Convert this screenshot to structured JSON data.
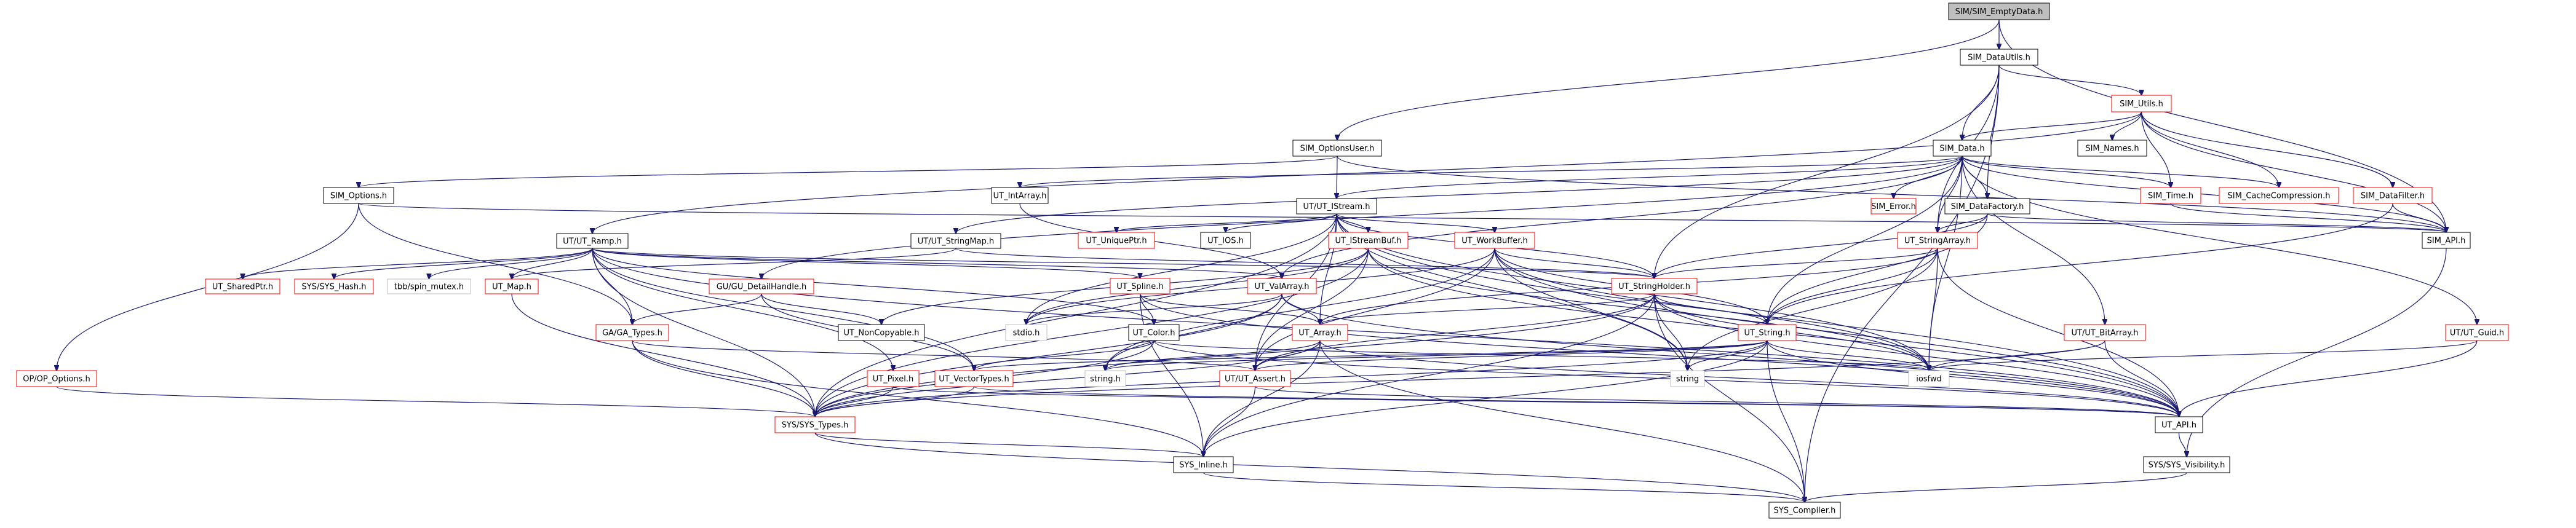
{
  "title": "SIM/SIM_EmptyData.h",
  "colors": {
    "edge": "#191970",
    "root_fill": "#bfbfbf",
    "documented_border": "#000000",
    "undocumented_border": "#ff0000",
    "external_border": "#bfbfbf"
  },
  "nodes": [
    {
      "id": "SIM_EmptyData",
      "label": "SIM/SIM_EmptyData.h",
      "kind": "root"
    },
    {
      "id": "SIM_DataUtils",
      "label": "SIM_DataUtils.h",
      "kind": "doc"
    },
    {
      "id": "SIM_Utils",
      "label": "SIM_Utils.h",
      "kind": "red"
    },
    {
      "id": "SIM_OptionsUser",
      "label": "SIM_OptionsUser.h",
      "kind": "doc"
    },
    {
      "id": "SIM_Data",
      "label": "SIM_Data.h",
      "kind": "doc"
    },
    {
      "id": "SIM_Names",
      "label": "SIM_Names.h",
      "kind": "doc"
    },
    {
      "id": "SIM_Options",
      "label": "SIM_Options.h",
      "kind": "doc"
    },
    {
      "id": "UT_IntArray",
      "label": "UT_IntArray.h",
      "kind": "doc"
    },
    {
      "id": "UT_IStream",
      "label": "UT/UT_IStream.h",
      "kind": "doc"
    },
    {
      "id": "SIM_Error",
      "label": "SIM_Error.h",
      "kind": "red"
    },
    {
      "id": "SIM_DataFactory",
      "label": "SIM_DataFactory.h",
      "kind": "doc"
    },
    {
      "id": "SIM_Time",
      "label": "SIM_Time.h",
      "kind": "red"
    },
    {
      "id": "SIM_CacheCompression",
      "label": "SIM_CacheCompression.h",
      "kind": "red"
    },
    {
      "id": "SIM_DataFilter",
      "label": "SIM_DataFilter.h",
      "kind": "red"
    },
    {
      "id": "UT_Ramp",
      "label": "UT/UT_Ramp.h",
      "kind": "doc"
    },
    {
      "id": "UT_StringMap",
      "label": "UT/UT_StringMap.h",
      "kind": "doc"
    },
    {
      "id": "UT_UniquePtr",
      "label": "UT_UniquePtr.h",
      "kind": "red"
    },
    {
      "id": "UT_IOS",
      "label": "UT_IOS.h",
      "kind": "doc"
    },
    {
      "id": "UT_IStreamBuf",
      "label": "UT_IStreamBuf.h",
      "kind": "red"
    },
    {
      "id": "UT_WorkBuffer",
      "label": "UT_WorkBuffer.h",
      "kind": "red"
    },
    {
      "id": "UT_StringArray",
      "label": "UT_StringArray.h",
      "kind": "red"
    },
    {
      "id": "SIM_API",
      "label": "SIM_API.h",
      "kind": "doc"
    },
    {
      "id": "UT_SharedPtr",
      "label": "UT_SharedPtr.h",
      "kind": "red"
    },
    {
      "id": "SYS_Hash",
      "label": "SYS/SYS_Hash.h",
      "kind": "red"
    },
    {
      "id": "tbb_spin_mutex",
      "label": "tbb/spin_mutex.h",
      "kind": "grey"
    },
    {
      "id": "UT_Map",
      "label": "UT_Map.h",
      "kind": "red"
    },
    {
      "id": "GU_DetailHandle",
      "label": "GU/GU_DetailHandle.h",
      "kind": "red"
    },
    {
      "id": "UT_Spline",
      "label": "UT_Spline.h",
      "kind": "red"
    },
    {
      "id": "UT_ValArray",
      "label": "UT_ValArray.h",
      "kind": "red"
    },
    {
      "id": "UT_StringHolder",
      "label": "UT_StringHolder.h",
      "kind": "red"
    },
    {
      "id": "GA_Types",
      "label": "GA/GA_Types.h",
      "kind": "red"
    },
    {
      "id": "UT_NonCopyable",
      "label": "UT_NonCopyable.h",
      "kind": "doc"
    },
    {
      "id": "stdio",
      "label": "stdio.h",
      "kind": "grey"
    },
    {
      "id": "UT_Color",
      "label": "UT_Color.h",
      "kind": "doc"
    },
    {
      "id": "UT_Array",
      "label": "UT_Array.h",
      "kind": "red"
    },
    {
      "id": "UT_String",
      "label": "UT_String.h",
      "kind": "red"
    },
    {
      "id": "UT_BitArray",
      "label": "UT/UT_BitArray.h",
      "kind": "red"
    },
    {
      "id": "UT_Guid",
      "label": "UT/UT_Guid.h",
      "kind": "red"
    },
    {
      "id": "OP_Options",
      "label": "OP/OP_Options.h",
      "kind": "red"
    },
    {
      "id": "UT_Pixel",
      "label": "UT_Pixel.h",
      "kind": "red"
    },
    {
      "id": "UT_VectorTypes",
      "label": "UT_VectorTypes.h",
      "kind": "red"
    },
    {
      "id": "string_h",
      "label": "string.h",
      "kind": "grey"
    },
    {
      "id": "UT_Assert",
      "label": "UT/UT_Assert.h",
      "kind": "red"
    },
    {
      "id": "string",
      "label": "string",
      "kind": "grey"
    },
    {
      "id": "iosfwd",
      "label": "iosfwd",
      "kind": "grey"
    },
    {
      "id": "SYS_Types",
      "label": "SYS/SYS_Types.h",
      "kind": "red"
    },
    {
      "id": "UT_API",
      "label": "UT_API.h",
      "kind": "doc"
    },
    {
      "id": "SYS_Inline",
      "label": "SYS_Inline.h",
      "kind": "doc"
    },
    {
      "id": "SYS_Visibility",
      "label": "SYS/SYS_Visibility.h",
      "kind": "doc"
    },
    {
      "id": "SYS_Compiler",
      "label": "SYS_Compiler.h",
      "kind": "doc"
    }
  ],
  "edges": [
    [
      "SIM_EmptyData",
      "SIM_DataUtils"
    ],
    [
      "SIM_EmptyData",
      "SIM_OptionsUser"
    ],
    [
      "SIM_EmptyData",
      "SIM_API"
    ],
    [
      "SIM_DataUtils",
      "SIM_Data"
    ],
    [
      "SIM_DataUtils",
      "SIM_Utils"
    ],
    [
      "SIM_DataUtils",
      "SIM_DataFactory"
    ],
    [
      "SIM_DataUtils",
      "UT_StringHolder"
    ],
    [
      "SIM_DataUtils",
      "UT_StringArray"
    ],
    [
      "SIM_DataUtils",
      "SYS_Compiler"
    ],
    [
      "SIM_Utils",
      "SIM_Data"
    ],
    [
      "SIM_Utils",
      "SIM_Names"
    ],
    [
      "SIM_Utils",
      "SIM_Time"
    ],
    [
      "SIM_Utils",
      "SIM_CacheCompression"
    ],
    [
      "SIM_Utils",
      "SIM_DataFilter"
    ],
    [
      "SIM_Utils",
      "SIM_API"
    ],
    [
      "SIM_Utils",
      "UT_Ramp"
    ],
    [
      "SIM_OptionsUser",
      "SIM_Options"
    ],
    [
      "SIM_OptionsUser",
      "UT_IStream"
    ],
    [
      "SIM_OptionsUser",
      "SIM_API"
    ],
    [
      "SIM_Data",
      "UT_IntArray"
    ],
    [
      "SIM_Data",
      "SIM_Error"
    ],
    [
      "SIM_Data",
      "SIM_DataFactory"
    ],
    [
      "SIM_Data",
      "SIM_Time"
    ],
    [
      "SIM_Data",
      "SIM_CacheCompression"
    ],
    [
      "SIM_Data",
      "SIM_API"
    ],
    [
      "SIM_Data",
      "UT_StringMap"
    ],
    [
      "SIM_Data",
      "UT_StringArray"
    ],
    [
      "SIM_Data",
      "UT_BitArray"
    ],
    [
      "SIM_Data",
      "UT_Guid"
    ],
    [
      "SIM_Data",
      "GU_DetailHandle"
    ],
    [
      "SIM_Data",
      "UT_ValArray"
    ],
    [
      "SIM_Data",
      "UT_String"
    ],
    [
      "SIM_Data",
      "iosfwd"
    ],
    [
      "SIM_Data",
      "UT_IStream"
    ],
    [
      "SIM_Options",
      "OP_Options"
    ],
    [
      "SIM_Options",
      "GA_Types"
    ],
    [
      "SIM_Options",
      "SIM_API"
    ],
    [
      "UT_IntArray",
      "UT_ValArray"
    ],
    [
      "UT_IStream",
      "UT_UniquePtr"
    ],
    [
      "UT_IStream",
      "UT_IOS"
    ],
    [
      "UT_IStream",
      "UT_IStreamBuf"
    ],
    [
      "UT_IStream",
      "UT_WorkBuffer"
    ],
    [
      "UT_IStream",
      "UT_StringHolder"
    ],
    [
      "UT_IStream",
      "UT_Array"
    ],
    [
      "UT_IStream",
      "stdio"
    ],
    [
      "UT_IStream",
      "SYS_Types"
    ],
    [
      "UT_IStream",
      "UT_API"
    ],
    [
      "UT_IStream",
      "UT_Assert"
    ],
    [
      "UT_IStream",
      "iosfwd"
    ],
    [
      "UT_IStream",
      "string"
    ],
    [
      "SIM_DataFactory",
      "UT_StringArray"
    ],
    [
      "SIM_DataFactory",
      "UT_StringHolder"
    ],
    [
      "SIM_DataFactory",
      "SIM_API"
    ],
    [
      "SIM_DataFactory",
      "UT_String"
    ],
    [
      "SIM_Time",
      "SIM_API"
    ],
    [
      "SIM_DataFilter",
      "SIM_API"
    ],
    [
      "SIM_DataFilter",
      "UT_String"
    ],
    [
      "UT_Ramp",
      "UT_SharedPtr"
    ],
    [
      "UT_Ramp",
      "SYS_Hash"
    ],
    [
      "UT_Ramp",
      "tbb_spin_mutex"
    ],
    [
      "UT_Ramp",
      "UT_Map"
    ],
    [
      "UT_Ramp",
      "UT_Spline"
    ],
    [
      "UT_Ramp",
      "UT_ValArray"
    ],
    [
      "UT_Ramp",
      "UT_StringHolder"
    ],
    [
      "UT_Ramp",
      "UT_Color"
    ],
    [
      "UT_Ramp",
      "UT_Pixel"
    ],
    [
      "UT_Ramp",
      "UT_VectorTypes"
    ],
    [
      "UT_Ramp",
      "SYS_Types"
    ],
    [
      "UT_Ramp",
      "UT_API"
    ],
    [
      "UT_Ramp",
      "GA_Types"
    ],
    [
      "UT_StringMap",
      "UT_Map"
    ],
    [
      "UT_StringMap",
      "UT_StringHolder"
    ],
    [
      "UT_IStreamBuf",
      "UT_NonCopyable"
    ],
    [
      "UT_IStreamBuf",
      "UT_Assert"
    ],
    [
      "UT_IStreamBuf",
      "stdio"
    ],
    [
      "UT_IStreamBuf",
      "SYS_Types"
    ],
    [
      "UT_IStreamBuf",
      "UT_API"
    ],
    [
      "UT_IStreamBuf",
      "iosfwd"
    ],
    [
      "UT_WorkBuffer",
      "UT_StringHolder"
    ],
    [
      "UT_WorkBuffer",
      "UT_Assert"
    ],
    [
      "UT_WorkBuffer",
      "UT_API"
    ],
    [
      "UT_WorkBuffer",
      "string_h"
    ],
    [
      "UT_WorkBuffer",
      "stdio"
    ],
    [
      "UT_WorkBuffer",
      "string"
    ],
    [
      "UT_WorkBuffer",
      "iosfwd"
    ],
    [
      "UT_WorkBuffer",
      "UT_String"
    ],
    [
      "UT_StringArray",
      "UT_StringHolder"
    ],
    [
      "UT_StringArray",
      "UT_String"
    ],
    [
      "UT_StringArray",
      "UT_Array"
    ],
    [
      "UT_StringArray",
      "UT_API"
    ],
    [
      "UT_StringArray",
      "iosfwd"
    ],
    [
      "UT_StringArray",
      "string"
    ],
    [
      "SIM_API",
      "SYS_Visibility"
    ],
    [
      "UT_Map",
      "SYS_Types"
    ],
    [
      "GU_DetailHandle",
      "GA_Types"
    ],
    [
      "GU_DetailHandle",
      "UT_NonCopyable"
    ],
    [
      "GU_DetailHandle",
      "UT_VectorTypes"
    ],
    [
      "UT_Spline",
      "UT_Array"
    ],
    [
      "UT_Spline",
      "UT_Color"
    ],
    [
      "UT_Spline",
      "SYS_Inline"
    ],
    [
      "UT_Spline",
      "UT_API"
    ],
    [
      "UT_ValArray",
      "UT_Array"
    ],
    [
      "UT_ValArray",
      "stdio"
    ],
    [
      "UT_ValArray",
      "string_h"
    ],
    [
      "UT_ValArray",
      "UT_API"
    ],
    [
      "UT_ValArray",
      "SYS_Types"
    ],
    [
      "UT_StringHolder",
      "UT_String"
    ],
    [
      "UT_StringHolder",
      "UT_Array"
    ],
    [
      "UT_StringHolder",
      "UT_Assert"
    ],
    [
      "UT_StringHolder",
      "string"
    ],
    [
      "UT_StringHolder",
      "iosfwd"
    ],
    [
      "UT_StringHolder",
      "UT_API"
    ],
    [
      "UT_StringHolder",
      "SYS_Inline"
    ],
    [
      "UT_StringHolder",
      "SYS_Types"
    ],
    [
      "UT_StringHolder",
      "SYS_Compiler"
    ],
    [
      "GA_Types",
      "SYS_Types"
    ],
    [
      "GA_Types",
      "SYS_Inline"
    ],
    [
      "GA_Types",
      "UT_Assert"
    ],
    [
      "UT_Color",
      "UT_VectorTypes"
    ],
    [
      "UT_Color",
      "SYS_Types"
    ],
    [
      "UT_Color",
      "UT_API"
    ],
    [
      "UT_Color",
      "iosfwd"
    ],
    [
      "UT_Array",
      "UT_Assert"
    ],
    [
      "UT_Array",
      "string_h"
    ],
    [
      "UT_Array",
      "SYS_Types"
    ],
    [
      "UT_Array",
      "SYS_Inline"
    ],
    [
      "UT_Array",
      "UT_API"
    ],
    [
      "UT_Array",
      "SYS_Compiler"
    ],
    [
      "UT_String",
      "UT_Assert"
    ],
    [
      "UT_String",
      "UT_VectorTypes"
    ],
    [
      "UT_String",
      "string_h"
    ],
    [
      "UT_String",
      "string"
    ],
    [
      "UT_String",
      "iosfwd"
    ],
    [
      "UT_String",
      "UT_API"
    ],
    [
      "UT_String",
      "SYS_Types"
    ],
    [
      "UT_String",
      "SYS_Inline"
    ],
    [
      "UT_String",
      "SYS_Compiler"
    ],
    [
      "UT_BitArray",
      "iosfwd"
    ],
    [
      "UT_BitArray",
      "UT_API"
    ],
    [
      "UT_BitArray",
      "SYS_Types"
    ],
    [
      "UT_Guid",
      "iosfwd"
    ],
    [
      "UT_Guid",
      "UT_API"
    ],
    [
      "OP_Options",
      "SYS_Types"
    ],
    [
      "UT_Pixel",
      "SYS_Types"
    ],
    [
      "UT_Pixel",
      "UT_API"
    ],
    [
      "UT_VectorTypes",
      "SYS_Types"
    ],
    [
      "UT_VectorTypes",
      "UT_API"
    ],
    [
      "UT_Assert",
      "UT_API"
    ],
    [
      "UT_Assert",
      "SYS_Inline"
    ],
    [
      "SYS_Types",
      "SYS_Inline"
    ],
    [
      "SYS_Types",
      "SYS_Compiler"
    ],
    [
      "UT_API",
      "SYS_Visibility"
    ],
    [
      "SYS_Inline",
      "SYS_Compiler"
    ],
    [
      "SYS_Visibility",
      "SYS_Compiler"
    ]
  ]
}
